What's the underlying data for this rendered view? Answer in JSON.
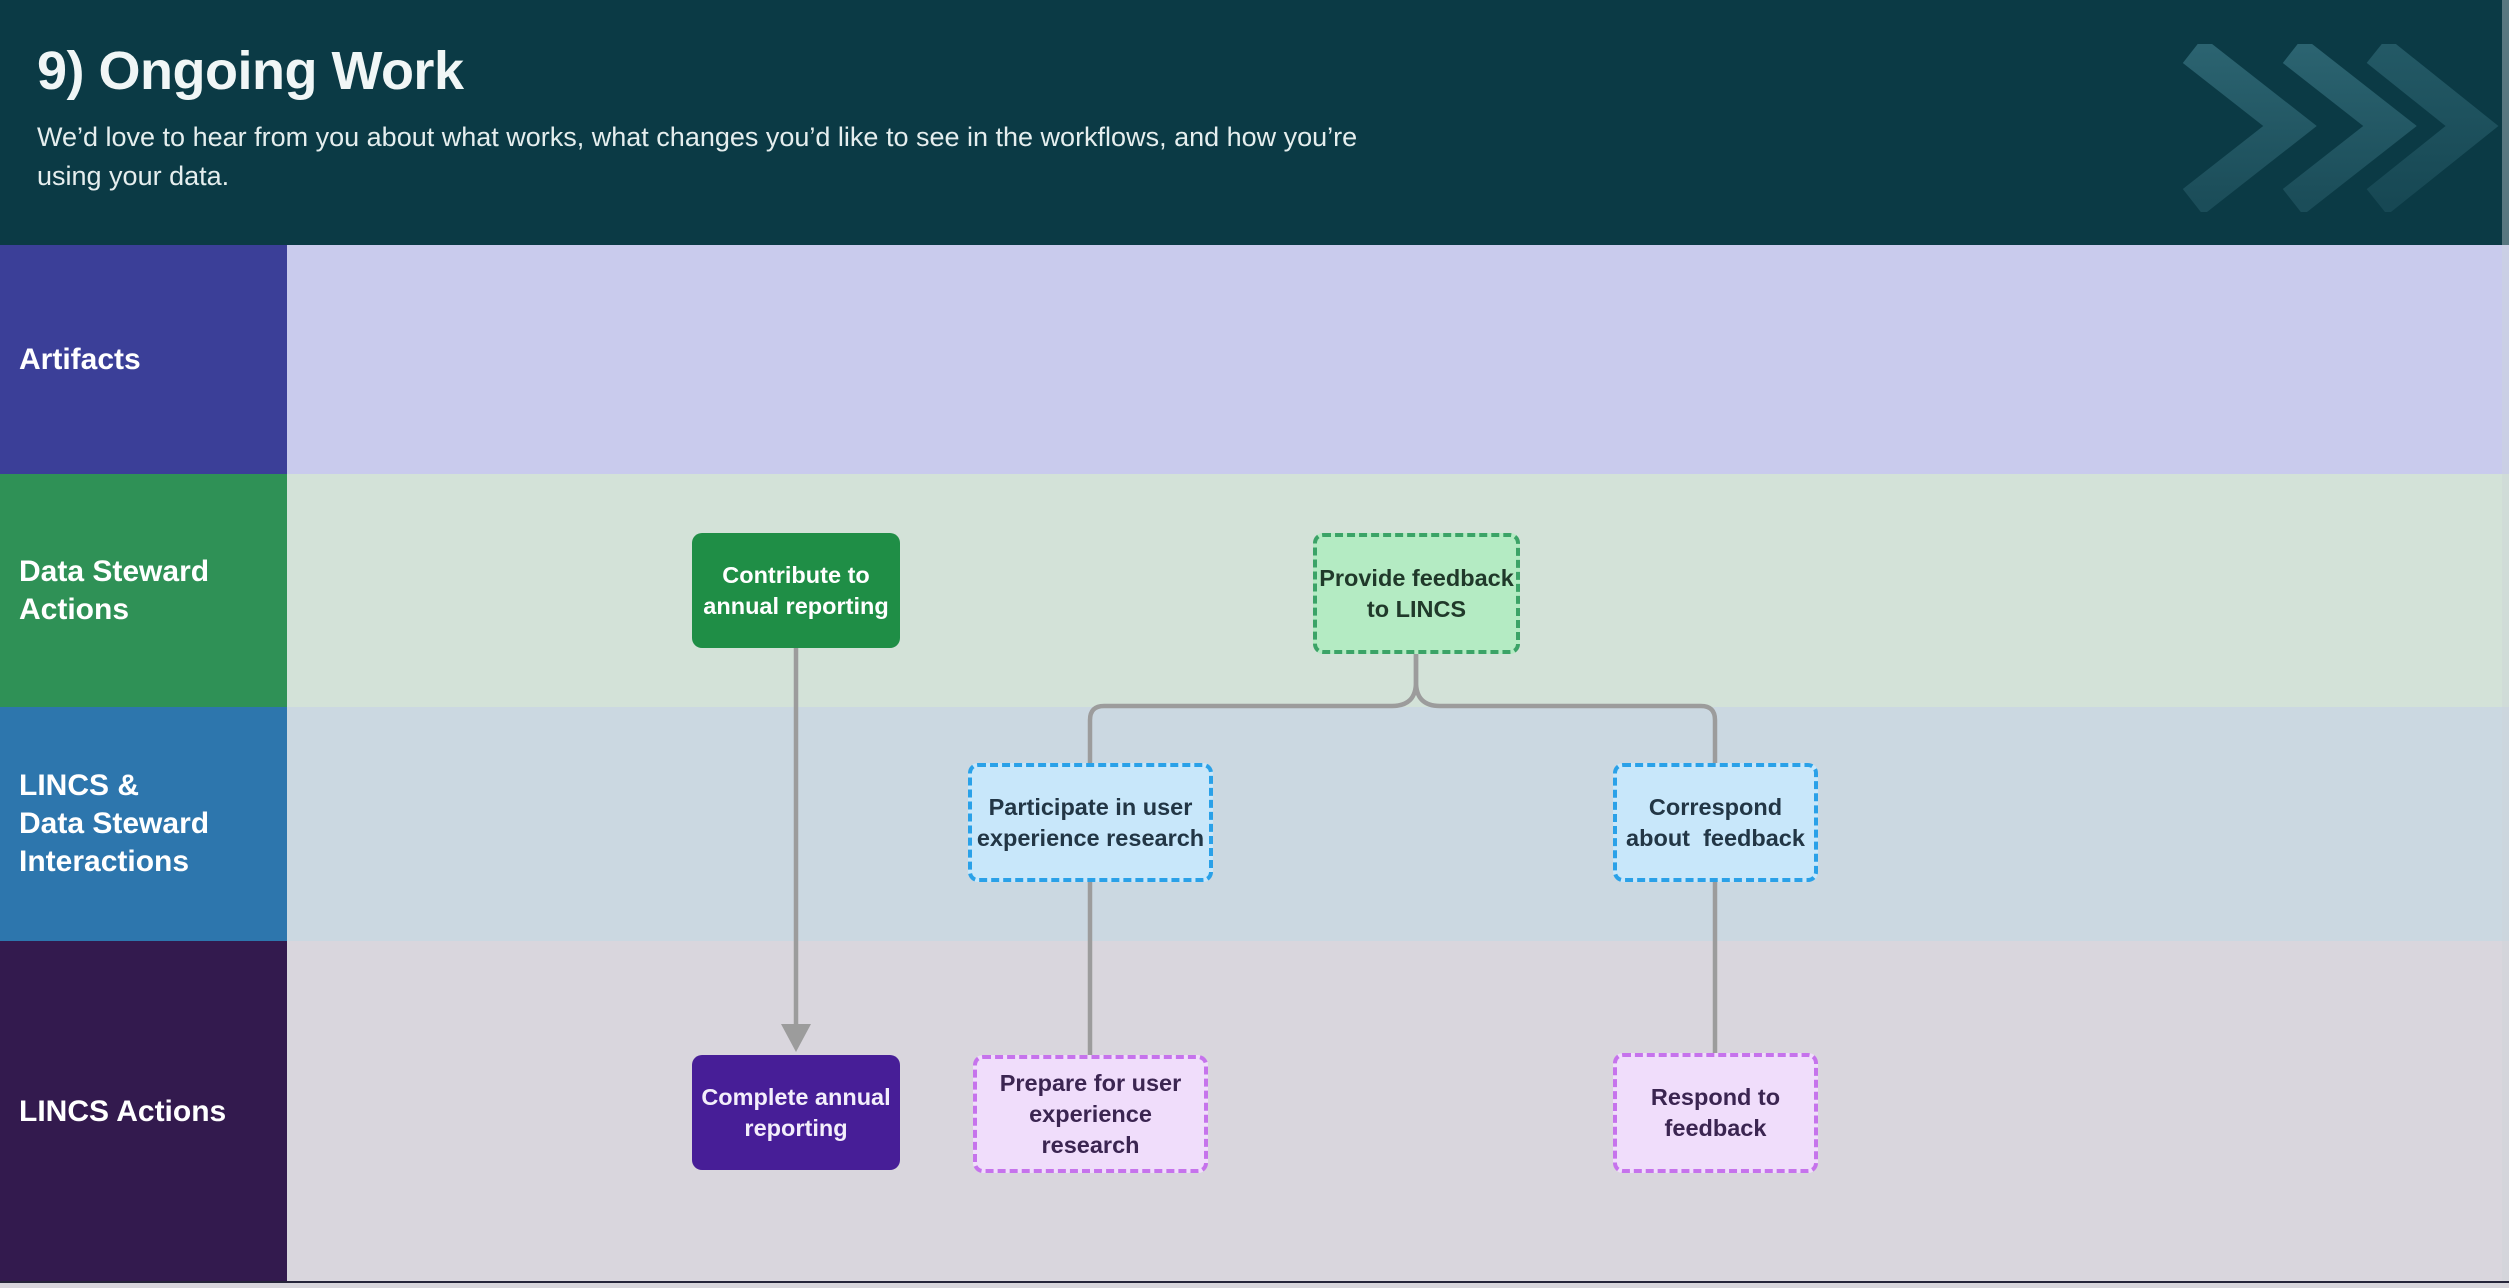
{
  "header": {
    "title": "9) Ongoing Work",
    "subtitle_line1": "We’d love to hear from you about what works, what changes you’d like to see in the workflows, and how you’re",
    "subtitle_line2": "using your data.",
    "background_color": "#0b3a45",
    "chevrons_icon": "triple-chevron-right"
  },
  "lanes": [
    {
      "label": "Artifacts",
      "label_color": "#3b3f98",
      "band_color": "#c9cbed"
    },
    {
      "label": "Data Steward\nActions",
      "label_color": "#2f9156",
      "band_color": "#d3e2d8"
    },
    {
      "label": "LINCS &\nData Steward\nInteractions",
      "label_color": "#2d76ad",
      "band_color": "#cbd8e1"
    },
    {
      "label": "LINCS Actions",
      "label_color": "#331a4e",
      "band_color": "#d9d6dd"
    }
  ],
  "nodes": {
    "contribute": {
      "label": "Contribute to\nannual reporting",
      "style": "solid",
      "fill": "#1f8e46",
      "lane": "Data Steward Actions"
    },
    "provide_feedback": {
      "label": "Provide feedback\nto LINCS",
      "style": "dashed",
      "fill": "#b4ebc3",
      "border": "#3ba367",
      "lane": "Data Steward Actions"
    },
    "participate": {
      "label": "Participate in user\nexperience research",
      "style": "dashed",
      "fill": "#c8e7fa",
      "border": "#2aa1e8",
      "lane": "LINCS & Data Steward Interactions"
    },
    "correspond": {
      "label": "Correspond\nabout  feedback",
      "style": "dashed",
      "fill": "#c8e7fa",
      "border": "#2aa1e8",
      "lane": "LINCS & Data Steward Interactions"
    },
    "complete": {
      "label": "Complete annual\nreporting",
      "style": "solid",
      "fill": "#471e97",
      "lane": "LINCS Actions"
    },
    "prepare": {
      "label": "Prepare for user\nexperience research",
      "style": "dashed",
      "fill": "#f0ddfb",
      "border": "#c673ec",
      "lane": "LINCS Actions"
    },
    "respond": {
      "label": "Respond to\nfeedback",
      "style": "dashed",
      "fill": "#f0ddfb",
      "border": "#c673ec",
      "lane": "LINCS Actions"
    }
  },
  "connectors": {
    "color": "#9c9c9c",
    "edges": [
      {
        "from": "contribute",
        "to": "complete",
        "arrowhead": true
      },
      {
        "from": "provide_feedback",
        "to": "participate",
        "arrowhead": false
      },
      {
        "from": "provide_feedback",
        "to": "correspond",
        "arrowhead": false
      },
      {
        "from": "participate",
        "to": "prepare",
        "arrowhead": false
      },
      {
        "from": "correspond",
        "to": "respond",
        "arrowhead": false
      }
    ]
  }
}
